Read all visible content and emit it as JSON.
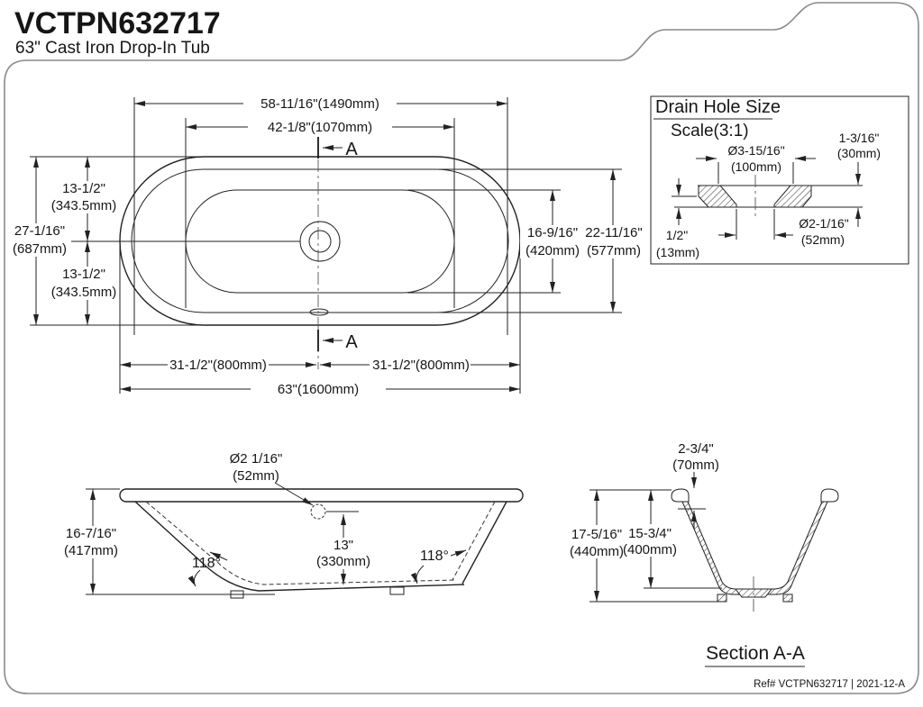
{
  "colors": {
    "line": "#222222",
    "border": "#8a8a8a",
    "background": "#ffffff"
  },
  "header": {
    "model": "VCTPN632717",
    "subtitle": "63\" Cast Iron Drop-In Tub"
  },
  "top_view": {
    "dim_rim_length": "58-11/16\"(1490mm)",
    "dim_basin_length": "42-1/8\"(1070mm)",
    "dim_half_width_top_in": "13-1/2\"",
    "dim_half_width_top_mm": "(343.5mm)",
    "dim_overall_width_in": "27-1/16\"",
    "dim_overall_width_mm": "(687mm)",
    "dim_half_width_bottom_in": "13-1/2\"",
    "dim_half_width_bottom_mm": "(343.5mm)",
    "dim_basin_width_in": "16-9/16\"",
    "dim_basin_width_mm": "(420mm)",
    "dim_rim_inner_width_in": "22-11/16\"",
    "dim_rim_inner_width_mm": "(577mm)",
    "dim_half_length_left": "31-1/2\"(800mm)",
    "dim_half_length_right": "31-1/2\"(800mm)",
    "dim_overall_length": "63\"(1600mm)",
    "marker_top": "A",
    "marker_bottom": "A"
  },
  "drain_detail": {
    "title": "Drain Hole Size",
    "scale": "Scale(3:1)",
    "dim_top_dia_in": "Ø3-15/16\"",
    "dim_top_dia_mm": "(100mm)",
    "dim_height_in": "1-3/16\"",
    "dim_height_mm": "(30mm)",
    "dim_lip_in": "1/2\"",
    "dim_lip_mm": "(13mm)",
    "dim_bottom_dia_in": "Ø2-1/16\"",
    "dim_bottom_dia_mm": "(52mm)"
  },
  "front_view": {
    "dim_height_in": "16-7/16\"",
    "dim_height_mm": "(417mm)",
    "dim_drain_dia_in": "Ø2 1/16\"",
    "dim_drain_dia_mm": "(52mm)",
    "dim_drain_center_in": "13\"",
    "dim_drain_center_mm": "(330mm)",
    "angle_left": "118°",
    "angle_right": "118°"
  },
  "section_view": {
    "dim_lip_in": "2-3/4\"",
    "dim_lip_mm": "(70mm)",
    "dim_overall_height_in": "17-5/16\"",
    "dim_overall_height_mm": "(440mm)",
    "dim_inner_height_in": "15-3/4\"",
    "dim_inner_height_mm": "(400mm)",
    "label": "Section A-A"
  },
  "footer": {
    "ref": "Ref# VCTPN632717 | 2021-12-A"
  }
}
